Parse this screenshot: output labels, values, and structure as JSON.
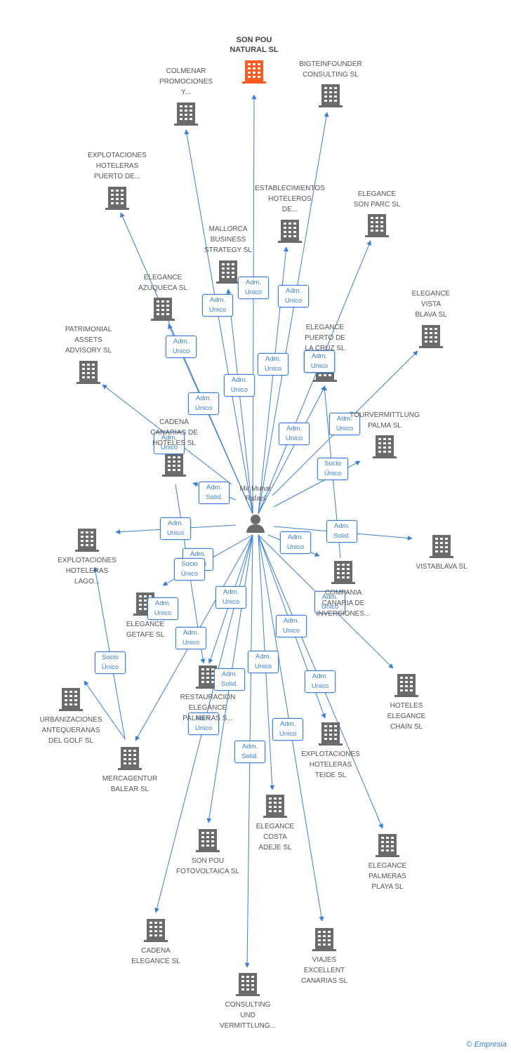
{
  "center": {
    "label": "Mir Munar\nRafael",
    "icon": "person-icon"
  },
  "colors": {
    "edge": "#3a7fd5",
    "building": "#6b6b6b",
    "focus_building": "#ff5a1f",
    "text": "#555555"
  },
  "footer": {
    "copyright": "©",
    "brand": "Empresia"
  },
  "nodes": [
    {
      "id": "son-pou-natural",
      "label": "SON POU\nNATURAL SL",
      "focus": true
    },
    {
      "id": "colmenar",
      "label": "COLMENAR\nPROMOCIONES\nY..."
    },
    {
      "id": "bigteinfounder",
      "label": "BIGTEINFOUNDER\nCONSULTING SL"
    },
    {
      "id": "explot-puerto",
      "label": "EXPLOTACIONES\nHOTELERAS\nPUERTO DE..."
    },
    {
      "id": "establecimientos",
      "label": "ESTABLECIMIENTOS\nHOTELEROS\nDE..."
    },
    {
      "id": "elegance-son-parc",
      "label": "ELEGANCE\nSON PARC  SL"
    },
    {
      "id": "mallorca-business",
      "label": "MALLORCA\nBUSINESS\nSTRATEGY SL"
    },
    {
      "id": "elegance-azuqueca",
      "label": "ELEGANCE\nAZUQUECA SL"
    },
    {
      "id": "elegance-vista-blava",
      "label": "ELEGANCE\nVISTA\nBLAVA SL"
    },
    {
      "id": "patrimonial",
      "label": "PATRIMONIAL\nASSETS\nADVISORY SL"
    },
    {
      "id": "elegance-puerto-cruz",
      "label": "ELEGANCE\nPUERTO DE\nLA CRUZ SL"
    },
    {
      "id": "cadena-canarias",
      "label": "CADENA\nCANARIAS DE\nHOTELES SL"
    },
    {
      "id": "tourvermittlung",
      "label": "TOURVERMITTLUNG\nPALMA SL"
    },
    {
      "id": "explot-lago",
      "label": "EXPLOTACIONES\nHOTELERAS\nLAGO..."
    },
    {
      "id": "vistablava",
      "label": "VISTABLAVA SL"
    },
    {
      "id": "compania-inversiones",
      "label": "COMPANIA\nCANARIA DE\nINVERSIONES..."
    },
    {
      "id": "elegance-getafe",
      "label": "ELEGANCE\nGETAFE SL"
    },
    {
      "id": "hoteles-elegance-chain",
      "label": "HOTELES\nELEGANCE\nCHAIN SL"
    },
    {
      "id": "urbanizaciones",
      "label": "URBANIZACIONES\nANTEQUERANAS\nDEL GOLF SL"
    },
    {
      "id": "restauracion",
      "label": "RESTAURACION\nELEGANCE\nPALMERAS S..."
    },
    {
      "id": "mercagentur",
      "label": "MERCAGENTUR\nBALEAR SL"
    },
    {
      "id": "explot-teide",
      "label": "EXPLOTACIONES\nHOTELERAS\nTEIDE  SL"
    },
    {
      "id": "elegance-costa-adeje",
      "label": "ELEGANCE\nCOSTA\nADEJE SL"
    },
    {
      "id": "son-pou-fotovoltaica",
      "label": "SON POU\nFOTOVOLTAICA SL"
    },
    {
      "id": "elegance-palmeras-playa",
      "label": "ELEGANCE\nPALMERAS\nPLAYA  SL"
    },
    {
      "id": "cadena-elegance",
      "label": "CADENA\nELEGANCE SL"
    },
    {
      "id": "viajes-excellent",
      "label": "VIAJES\nEXCELLENT\nCANARIAS  SL"
    },
    {
      "id": "consulting-und",
      "label": "CONSULTING\nUND\nVERMITTLUNG..."
    }
  ],
  "edges": [
    {
      "to": "son-pou-natural",
      "label": "Adm.\nUnico"
    },
    {
      "to": "colmenar",
      "label": "Adm.\nUnico"
    },
    {
      "to": "bigteinfounder",
      "label": "Adm.\nUnico"
    },
    {
      "to": "explot-puerto",
      "label": "Adm.\nUnico"
    },
    {
      "to": "establecimientos",
      "label": "Adm.\nUnico"
    },
    {
      "to": "elegance-son-parc",
      "label": "Adm.\nUnico"
    },
    {
      "to": "mallorca-business",
      "label": "Adm.\nUnico"
    },
    {
      "to": "elegance-azuqueca",
      "label": "Adm.\nUnico"
    },
    {
      "to": "elegance-vista-blava",
      "label": "Adm.\nUnico"
    },
    {
      "to": "patrimonial",
      "label": "Adm.\nUnico"
    },
    {
      "to": "elegance-puerto-cruz",
      "label": "Adm.\nUnico"
    },
    {
      "to": "cadena-canarias",
      "label": "Adm.\nSolid."
    },
    {
      "to": "tourvermittlung",
      "label": "Socio\nÚnico"
    },
    {
      "to": "explot-lago",
      "label": "Adm.\nUnico"
    },
    {
      "to": "vistablava",
      "label": "Adm.\nSolid."
    },
    {
      "to": "compania-inversiones",
      "label": "Adm.\nUnico"
    },
    {
      "to": "elegance-getafe",
      "label": "Adm.\nUnico"
    },
    {
      "to": "hoteles-elegance-chain",
      "label": "Adm.\nUnico"
    },
    {
      "to": "restauracion",
      "label": "Adm.\nUnico"
    },
    {
      "to": "mercagentur",
      "label": "Adm.\nUnico"
    },
    {
      "to": "explot-teide",
      "label": "Adm.\nUnico"
    },
    {
      "to": "elegance-costa-adeje",
      "label": "Adm.\nUnico"
    },
    {
      "to": "son-pou-fotovoltaica",
      "label": "Adm.\nUnico"
    },
    {
      "to": "elegance-palmeras-playa",
      "label": "Adm.\nUnico"
    },
    {
      "to": "cadena-elegance",
      "label": "Adm.\nUnico"
    },
    {
      "to": "viajes-excellent",
      "label": "Adm.\nUnico"
    },
    {
      "to": "consulting-und",
      "label": "Adm.\nSolid."
    },
    {
      "from": "mercagentur",
      "to": "urbanizaciones",
      "label": "Socio\nÚnico"
    },
    {
      "from": "mercagentur",
      "to": "explot-lago",
      "label": "Socio\nÚnico"
    },
    {
      "from": "compania-inversiones",
      "to": "elegance-puerto-cruz",
      "label": "Adm.\nUnico"
    },
    {
      "from": "cadena-canarias",
      "to": "restauracion",
      "label": "Adm.\nSolid."
    }
  ]
}
